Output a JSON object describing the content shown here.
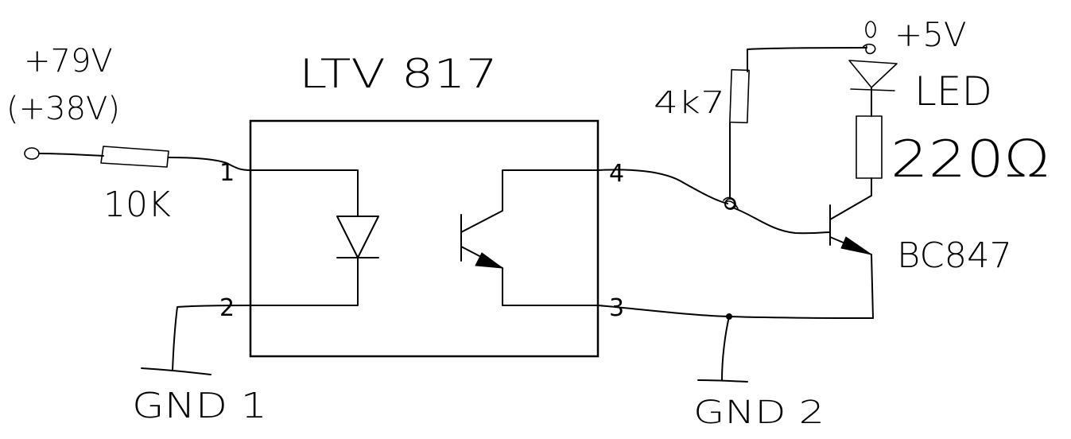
{
  "diagram": {
    "chip_label": "LTV 817",
    "input": {
      "voltage": "+79V",
      "voltage_alt": "(+38V)",
      "resistor": "10K"
    },
    "pins": {
      "p1": "1",
      "p2": "2",
      "p3": "3",
      "p4": "4"
    },
    "ground_left": "GND 1",
    "ground_right": "GND 2",
    "output": {
      "supply": "+5V",
      "pullup_resistor": "4k7",
      "led": "LED",
      "led_resistor": "220Ω",
      "transistor": "BC847"
    }
  }
}
